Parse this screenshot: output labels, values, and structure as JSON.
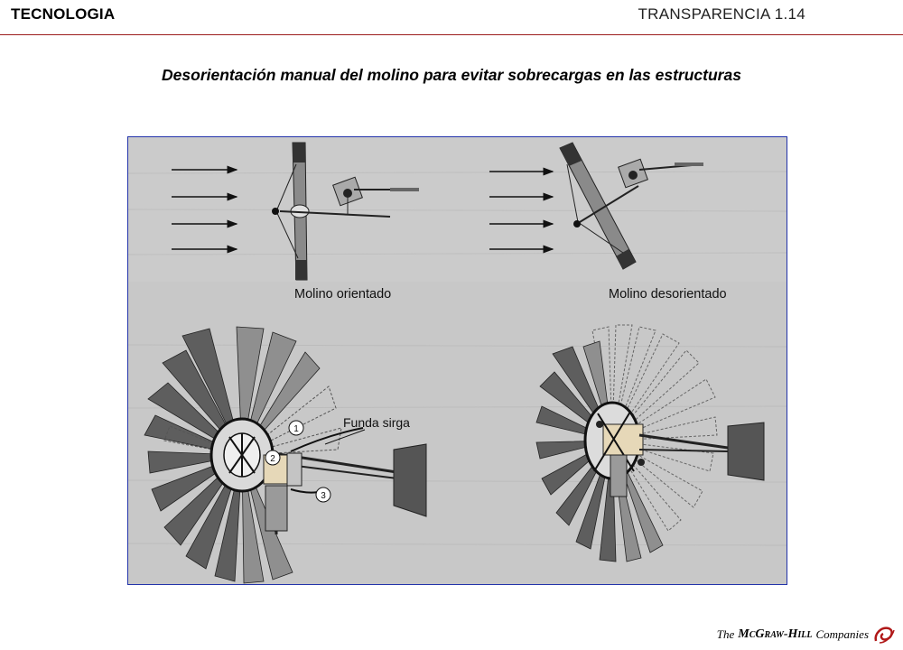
{
  "header": {
    "left": "TECNOLOGIA",
    "right": "TRANSPARENCIA 1.14"
  },
  "title": "Desorientación manual del molino para evitar sobrecargas en las estructuras",
  "figure": {
    "label_oriented": "Molino orientado",
    "label_disoriented": "Molino desorientado",
    "label_cable": "Funda sirga",
    "callouts": [
      "1",
      "2",
      "3"
    ]
  },
  "footer": {
    "prefix": "The",
    "brand": "McGraw-Hill",
    "suffix": "Companies"
  }
}
